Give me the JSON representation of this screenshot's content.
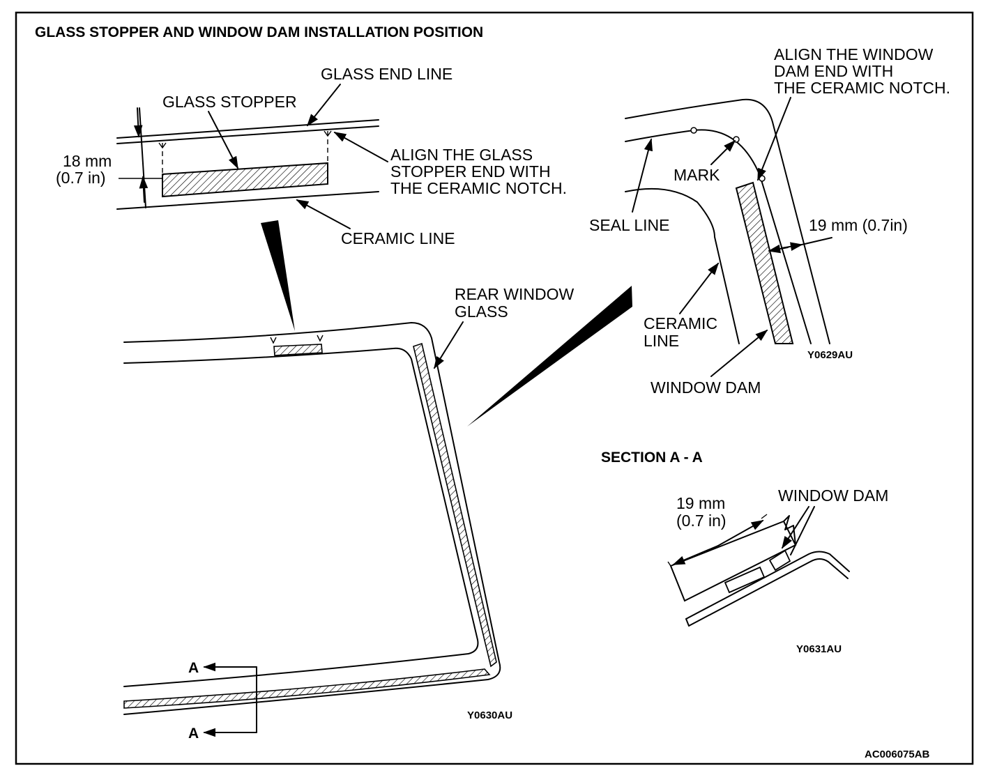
{
  "title": "GLASS STOPPER AND WINDOW DAM INSTALLATION POSITION",
  "stopper_detail": {
    "glass_end_line": "GLASS END LINE",
    "glass_stopper": "GLASS STOPPER",
    "dimension_mm": "18 mm",
    "dimension_in": "(0.7 in)",
    "align_note": [
      "ALIGN THE GLASS",
      "STOPPER END WITH",
      "THE CERAMIC NOTCH."
    ],
    "ceramic_line": "CERAMIC LINE"
  },
  "dam_detail": {
    "align_note": [
      "ALIGN THE WINDOW",
      "DAM END WITH",
      "THE CERAMIC NOTCH."
    ],
    "mark": "MARK",
    "seal_line": "SEAL LINE",
    "dimension": "19 mm (0.7in)",
    "ceramic_line": [
      "CERAMIC",
      "LINE"
    ],
    "window_dam": "WINDOW DAM",
    "code": "Y0629AU"
  },
  "main_view": {
    "rear_window_glass": [
      "REAR WINDOW",
      "GLASS"
    ],
    "section_marker_top": "A",
    "section_marker_bottom": "A",
    "code": "Y0630AU"
  },
  "section": {
    "title": "SECTION A - A",
    "dimension_mm": "19 mm",
    "dimension_in": "(0.7 in)",
    "window_dam": "WINDOW DAM",
    "code": "Y0631AU"
  },
  "figure_code": "AC006075AB"
}
